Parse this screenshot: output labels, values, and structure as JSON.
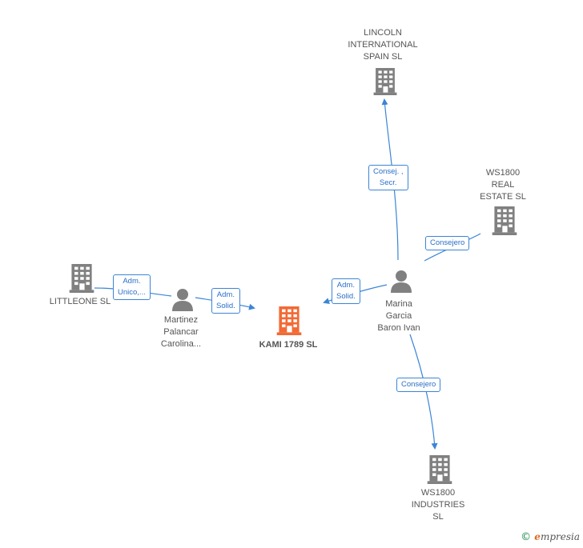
{
  "colors": {
    "company": "#808080",
    "company_main": "#f26a35",
    "person": "#808080",
    "edge": "#3c85d6",
    "edge_label": "#2a6fc7"
  },
  "nodes": {
    "lincoln": {
      "label": "LINCOLN\nINTERNATIONAL\nSPAIN SL",
      "icon": "building-icon"
    },
    "ws1800re": {
      "label": "WS1800\nREAL\nESTATE  SL",
      "icon": "building-icon"
    },
    "littleone": {
      "label": "LITTLEONE SL",
      "icon": "building-icon"
    },
    "martinez": {
      "label": "Martinez\nPalancar\nCarolina...",
      "icon": "person-icon"
    },
    "kami": {
      "label": "KAMI 1789  SL",
      "icon": "building-icon"
    },
    "marina": {
      "label": "Marina\nGarcia\nBaron Ivan",
      "icon": "person-icon"
    },
    "ws1800ind": {
      "label": "WS1800\nINDUSTRIES\nSL",
      "icon": "building-icon"
    }
  },
  "edges": {
    "marina_lincoln": "Consej. ,\nSecr.",
    "marina_ws1800re": "Consejero",
    "martinez_littleone": "Adm.\nUnico,...",
    "martinez_kami": "Adm.\nSolid.",
    "marina_kami": "Adm.\nSolid.",
    "marina_ws1800ind": "Consejero"
  },
  "footer": {
    "copyright": "©",
    "brand_initial": "e",
    "brand_rest": "mpresia"
  }
}
